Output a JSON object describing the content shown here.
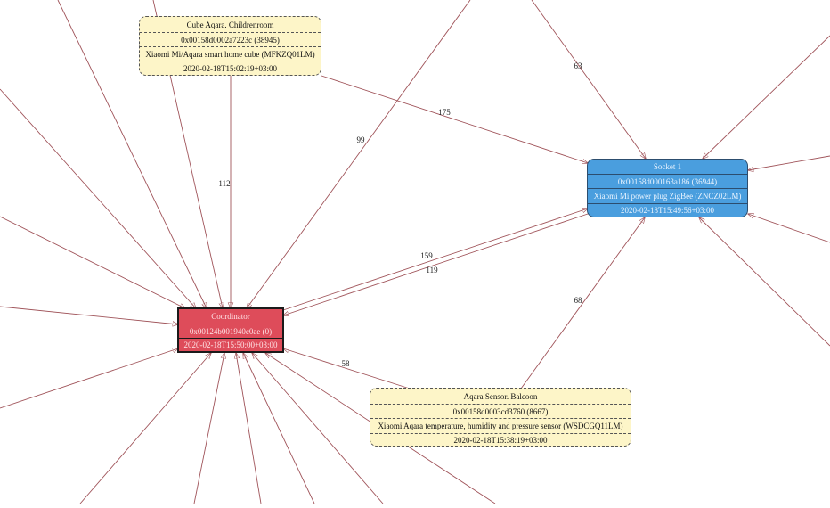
{
  "colors": {
    "edge": "#a0545a",
    "coordinator_fill": "#de4c5a",
    "router_fill": "#4a9ede",
    "end_device_fill": "#fdf5c8"
  },
  "nodes": {
    "cube": {
      "name": "Cube Aqara. Childrenroom",
      "address": "0x00158d0002a7223c (38945)",
      "model": "Xiaomi Mi/Aqara smart home cube (MFKZQ01LM)",
      "last_seen": "2020-02-18T15:02:19+03:00"
    },
    "socket": {
      "name": "Socket 1",
      "address": "0x00158d000163a186 (36944)",
      "model": "Xiaomi Mi power plug ZigBee (ZNCZ02LM)",
      "last_seen": "2020-02-18T15:49:56+03:00"
    },
    "coordinator": {
      "name": "Coordinator",
      "address": "0x00124b001940c0ae (0)",
      "last_seen": "2020-02-18T15:50:00+03:00"
    },
    "sensor": {
      "name": "Aqara Sensor. Balcoon",
      "address": "0x00158d0003cd3760 (8667)",
      "model": "Xiaomi Aqara temperature, humidity and pressure sensor (WSDCGQ11LM)",
      "last_seen": "2020-02-18T15:38:19+03:00"
    }
  },
  "links": [
    {
      "from": "Cube Aqara. Childrenroom",
      "to": "Coordinator",
      "lqi": "112"
    },
    {
      "from": "Cube Aqara. Childrenroom",
      "to": "Socket 1",
      "lqi": "175"
    },
    {
      "from": "(offscreen)",
      "to": "Coordinator",
      "lqi": "99"
    },
    {
      "from": "(offscreen)",
      "to": "Socket 1",
      "lqi": "63"
    },
    {
      "from": "Coordinator",
      "to": "Socket 1",
      "lqi": "159"
    },
    {
      "from": "Socket 1",
      "to": "Coordinator",
      "lqi": "119"
    },
    {
      "from": "Aqara Sensor. Balcoon",
      "to": "Socket 1",
      "lqi": "68"
    },
    {
      "from": "Aqara Sensor. Balcoon",
      "to": "Coordinator",
      "lqi": "58"
    }
  ]
}
